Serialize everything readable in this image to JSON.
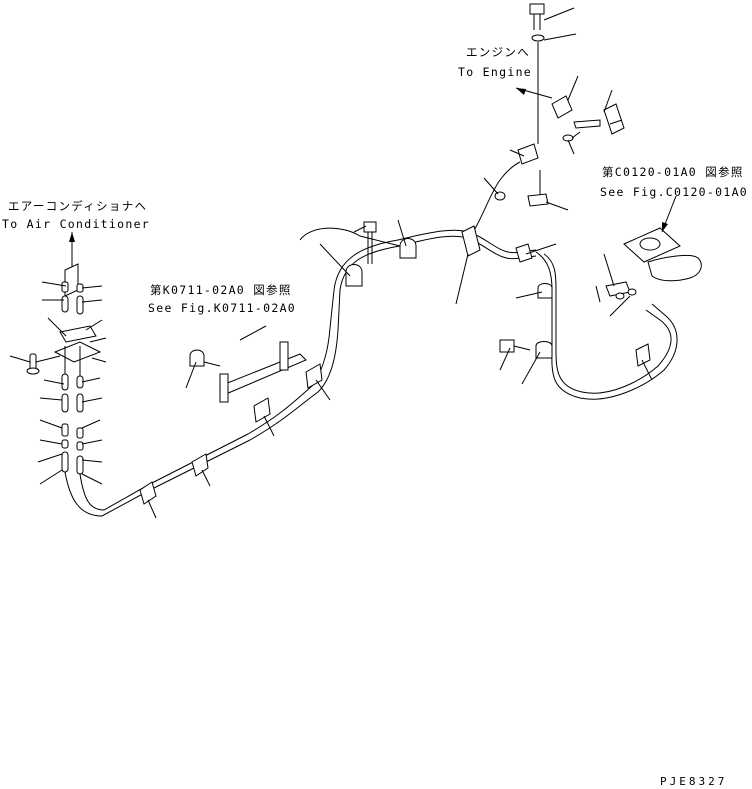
{
  "diagram": {
    "air_conditioner_jp": "エアーコンディショナヘ",
    "air_conditioner_en": "To Air Conditioner",
    "engine_jp": "エンジンへ",
    "engine_en": "To Engine",
    "ref_k0711_jp": "第K0711-02A0 図参照",
    "ref_k0711_en": "See Fig.K0711-02A0",
    "ref_c0120_jp": "第C0120-01A0 図参照",
    "ref_c0120_en": "See Fig.C0120-01A0",
    "drawing_code": "PJE8327"
  }
}
